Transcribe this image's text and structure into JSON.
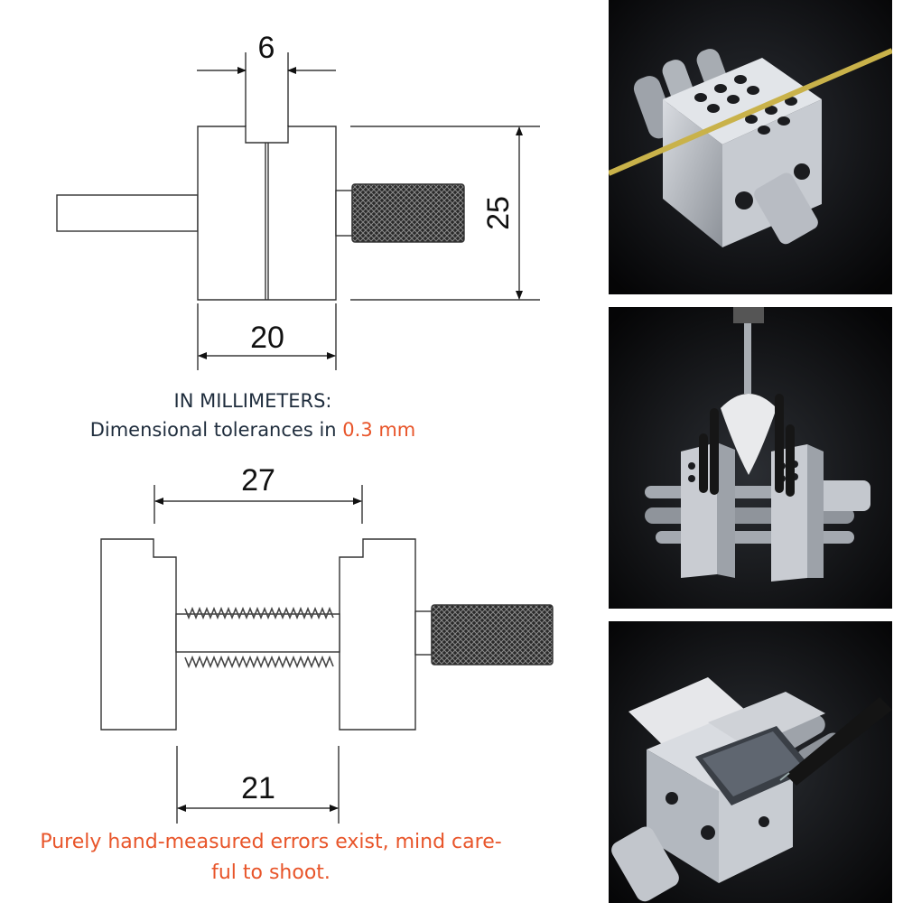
{
  "dimensions": {
    "top_gap": "6",
    "height": "25",
    "width": "20",
    "open_span": "27",
    "inner_span": "21"
  },
  "notes": {
    "units_heading": "IN MILLIMETERS:",
    "tolerance_prefix": "Dimensional tolerances in ",
    "tolerance_value": "0.3 mm",
    "warning_line1": "Purely hand-measured errors exist, mind care-",
    "warning_line2": "ful to shoot."
  },
  "colors": {
    "accent": "#e8552a",
    "text_dark": "#1f2d3d",
    "photo_bg": "#0a0a0c",
    "aluminum": "#b8bcc3",
    "brass_rod": "#c9b24a"
  },
  "photos": [
    {
      "subject": "vise-holding-brass-rod"
    },
    {
      "subject": "vise-with-drill-and-pins"
    },
    {
      "subject": "vise-holding-blade-with-pen"
    }
  ]
}
